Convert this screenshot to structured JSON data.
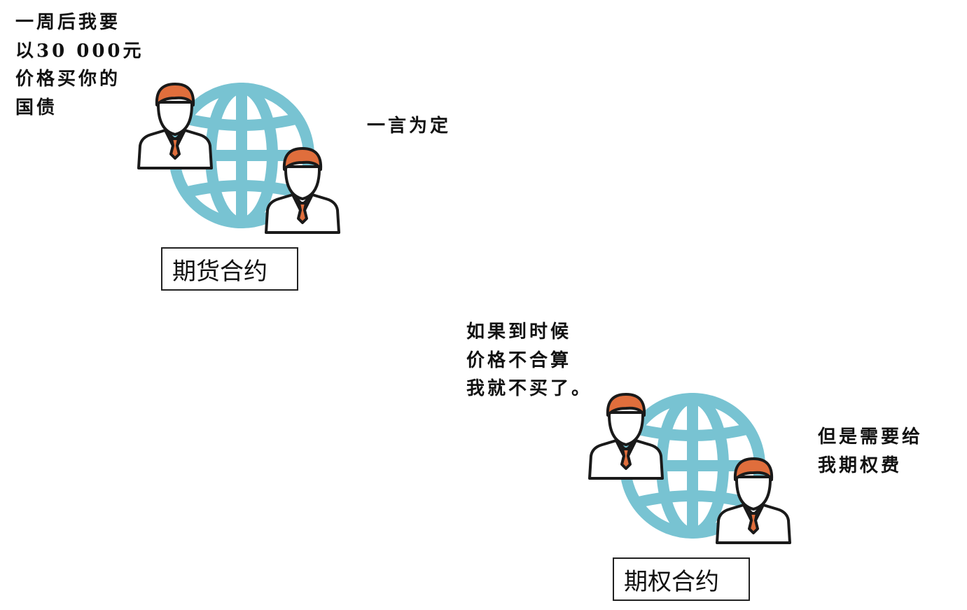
{
  "colors": {
    "globe": "#78c3d2",
    "hair": "#e06e3c",
    "tie": "#e06e3c",
    "outline": "#1a1a1a"
  },
  "futures": {
    "label": "期货合约",
    "buyer_speech": [
      "一周后我要",
      "以30 000元",
      "价格买你的",
      "国债"
    ],
    "seller_speech": [
      "一言为定"
    ]
  },
  "options": {
    "label": "期权合约",
    "buyer_speech": [
      "如果到时候",
      "价格不合算",
      "我就不买了。"
    ],
    "seller_speech": [
      "但是需要给",
      "我期权费"
    ]
  },
  "icons": [
    "globe-icon",
    "businessman-icon"
  ]
}
